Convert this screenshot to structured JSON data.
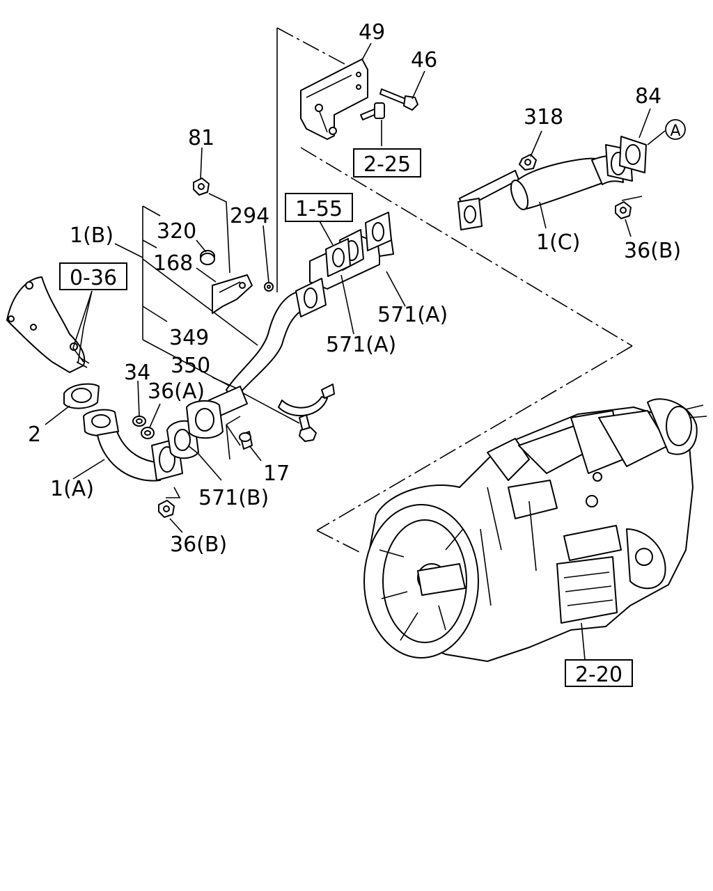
{
  "labels": {
    "l49": "49",
    "l46": "46",
    "l81": "81",
    "l318": "318",
    "l84": "84",
    "l1b": "1(B)",
    "l320": "320",
    "l294": "294",
    "l168": "168",
    "l349": "349",
    "l350": "350",
    "l34": "34",
    "l36a": "36(A)",
    "l2": "2",
    "l1a": "1(A)",
    "l17": "17",
    "l571b": "571(B)",
    "l36b_low": "36(B)",
    "l571a_1": "571(A)",
    "l571a_2": "571(A)",
    "l1c": "1(C)",
    "l36b_right": "36(B)",
    "circleA": "A"
  },
  "refs": {
    "r225": "2-25",
    "r155": "1-55",
    "r036": "0-36",
    "r220": "2-20"
  }
}
